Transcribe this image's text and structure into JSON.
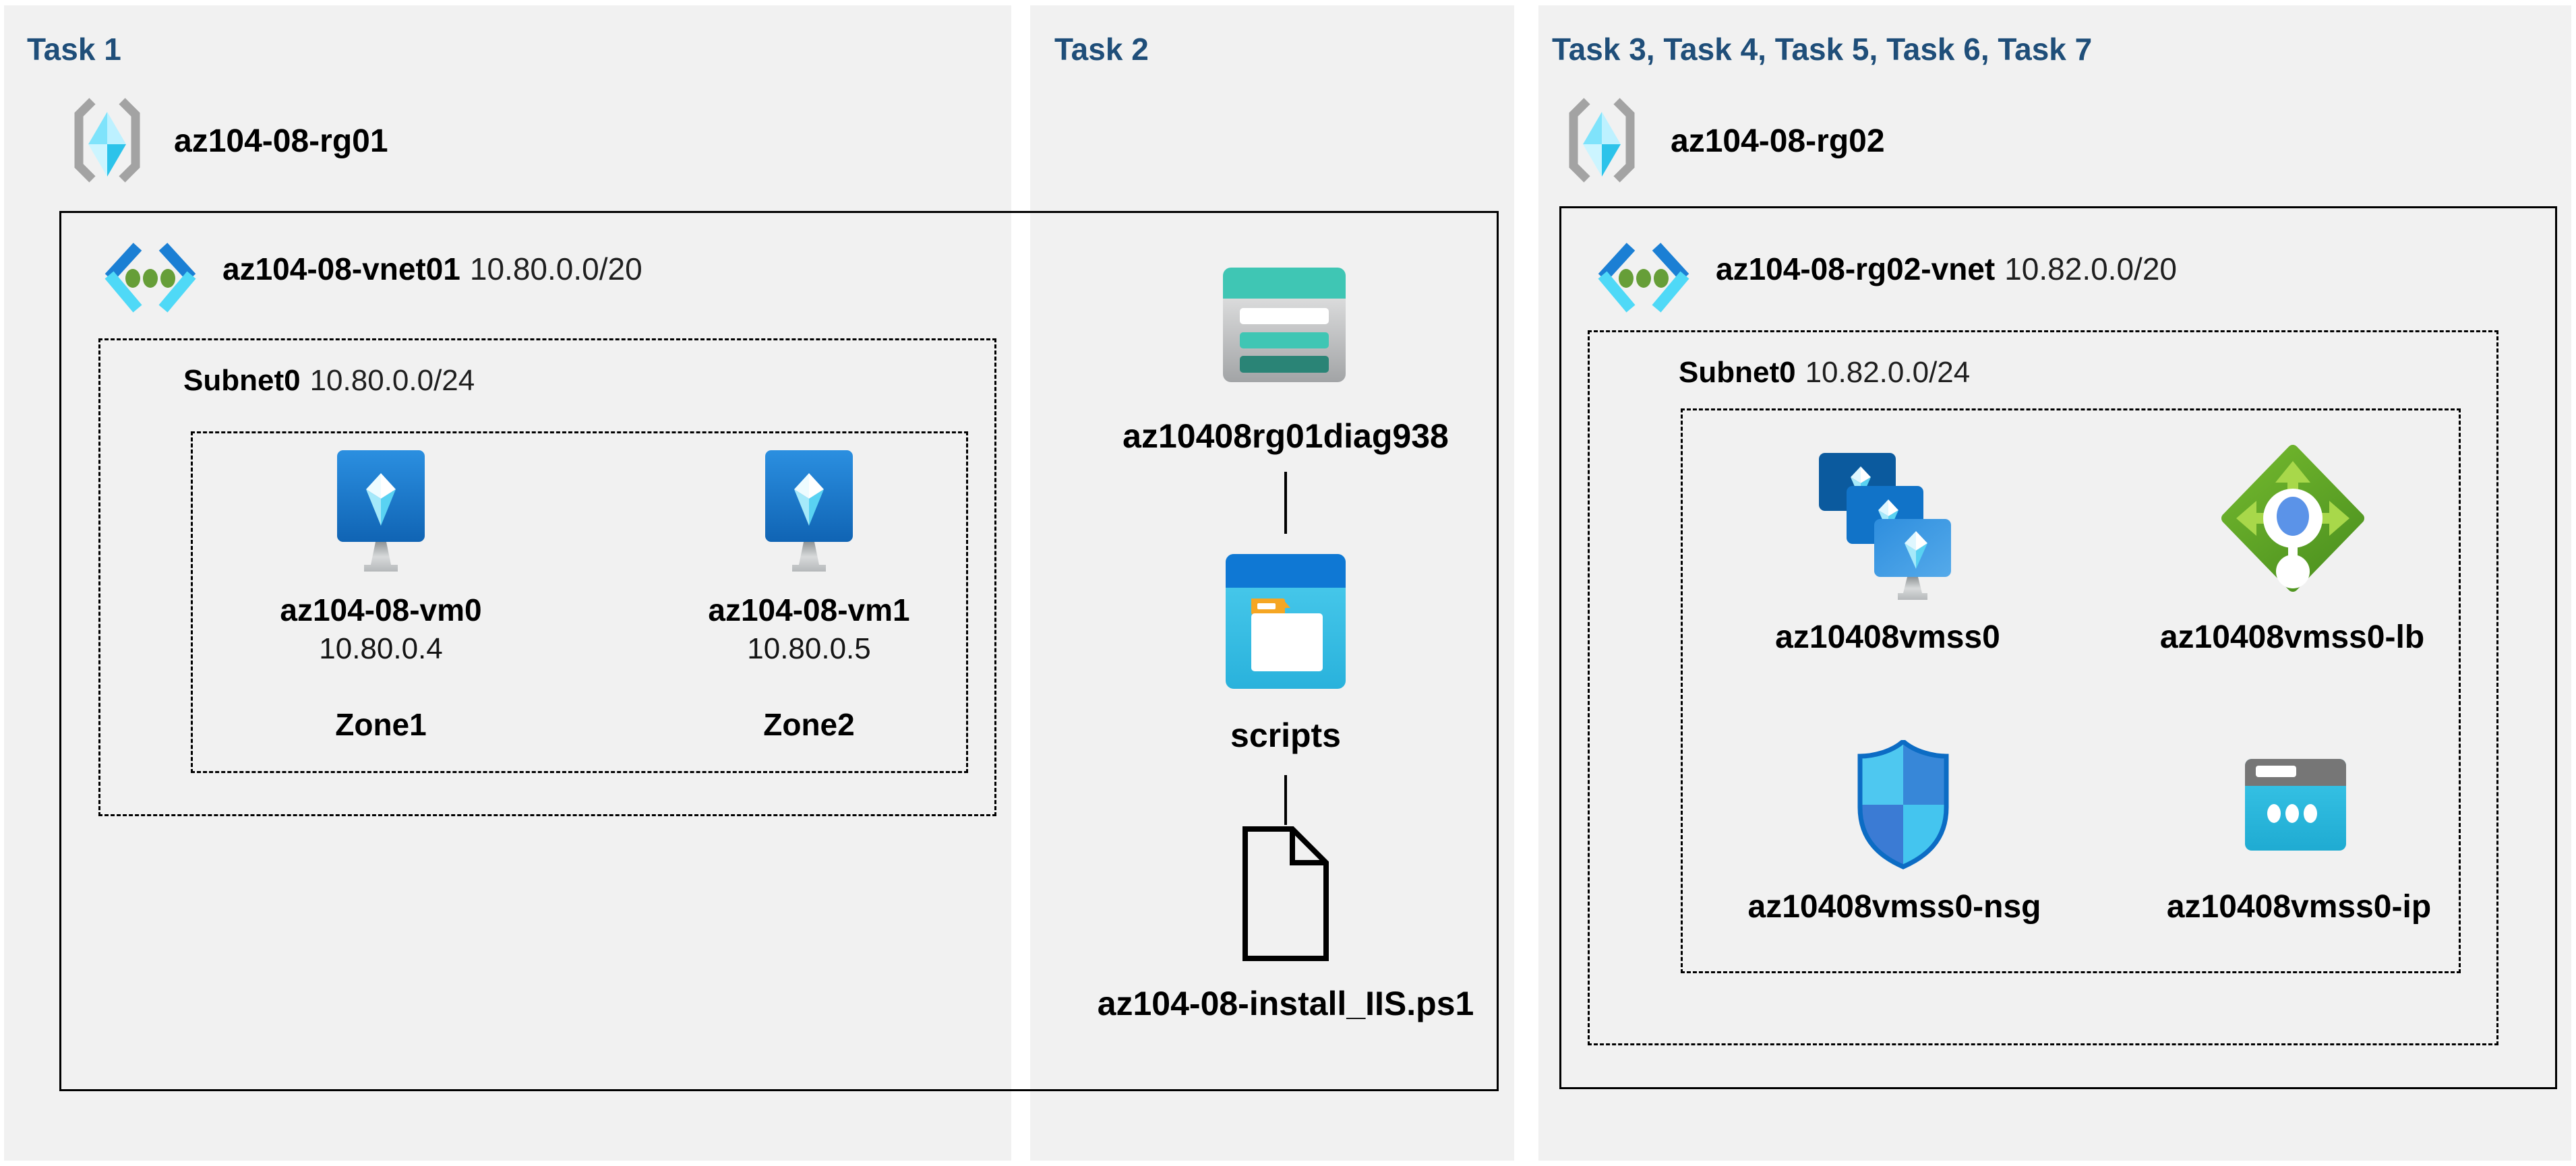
{
  "colors": {
    "page_background": "#ffffff",
    "panel_background": "#f1f1f1",
    "task_title": "#1f4e79",
    "label_text": "#000000",
    "box_border": "#000000",
    "vnet_blue": "#1b7fd4",
    "vnet_cyan": "#4fd9f7",
    "vnet_dot_green": "#669e38",
    "vm_monitor_blue": "#1a7ed2",
    "storage_teal": "#3fc6b4",
    "storage_dark_teal": "#2a8476",
    "folder_header_blue": "#0f78d4",
    "folder_body_cyan": "#36c3e8",
    "folder_tab_orange": "#f5a623",
    "lb_green": "#68af28",
    "nsg_blue": "#0c6cc4",
    "ip_cyan": "#2fc0e4"
  },
  "panels": [
    {
      "title": "Task 1",
      "resource_group": {
        "name": "az104-08-rg01"
      },
      "vnet": {
        "name": "az104-08-vnet01",
        "cidr": "10.80.0.0/20"
      },
      "subnet": {
        "name": "Subnet0",
        "cidr": "10.80.0.0/24"
      },
      "vms": [
        {
          "name": "az104-08-vm0",
          "ip": "10.80.0.4",
          "zone": "Zone1"
        },
        {
          "name": "az104-08-vm1",
          "ip": "10.80.0.5",
          "zone": "Zone2"
        }
      ]
    },
    {
      "title": "Task 2",
      "storage_account": {
        "name": "az10408rg01diag938"
      },
      "container": {
        "name": "scripts"
      },
      "file": {
        "name": "az104-08-install_IIS.ps1"
      }
    },
    {
      "title": "Task 3, Task 4, Task 5, Task 6, Task 7",
      "resource_group": {
        "name": "az104-08-rg02"
      },
      "vnet": {
        "name": "az104-08-rg02-vnet",
        "cidr": "10.82.0.0/20"
      },
      "subnet": {
        "name": "Subnet0",
        "cidr": "10.82.0.0/24"
      },
      "resources": [
        {
          "name": "az10408vmss0",
          "type": "virtual-machine-scale-set"
        },
        {
          "name": "az10408vmss0-lb",
          "type": "load-balancer"
        },
        {
          "name": "az10408vmss0-nsg",
          "type": "network-security-group"
        },
        {
          "name": "az10408vmss0-ip",
          "type": "public-ip-address"
        }
      ]
    }
  ]
}
